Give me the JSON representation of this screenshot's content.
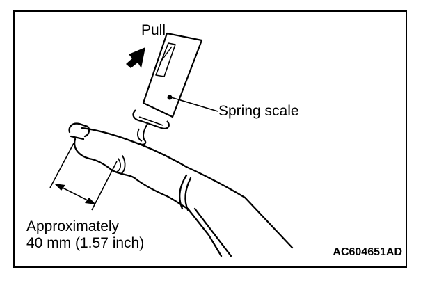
{
  "labels": {
    "pull": "Pull",
    "spring_scale": "Spring scale",
    "approximately": "Approximately",
    "distance": "40 mm (1.57 inch)"
  },
  "figure_id": "AC604651AD",
  "colors": {
    "line": "#000000",
    "background": "#ffffff"
  }
}
